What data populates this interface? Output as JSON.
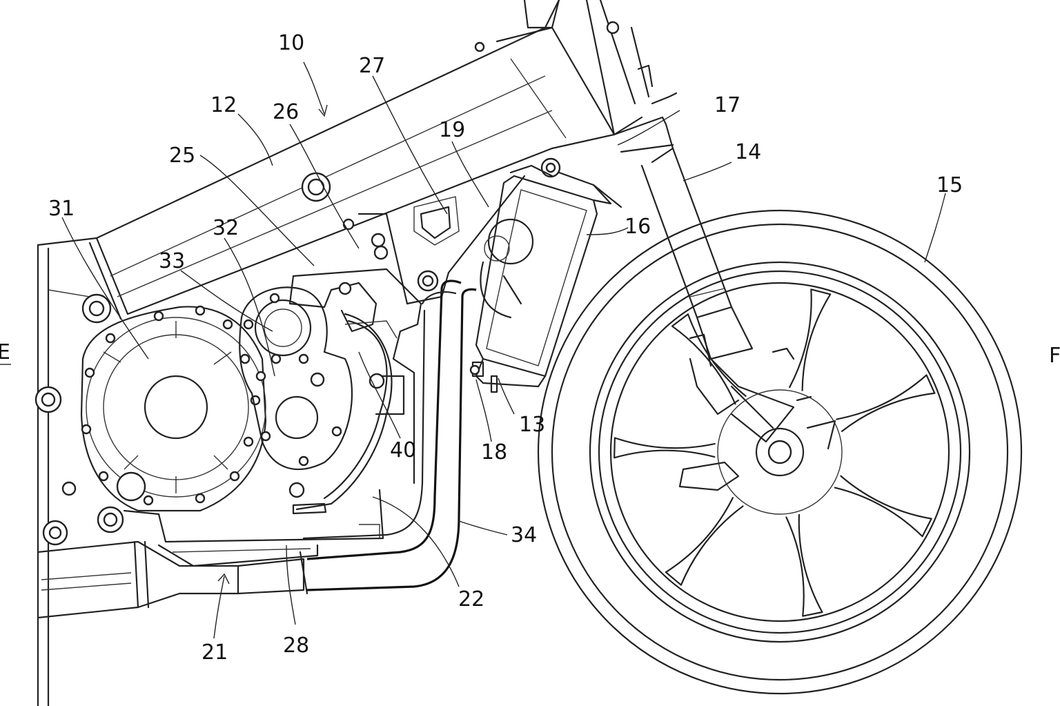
{
  "reference_numerals": {
    "n10": "10",
    "n12": "12",
    "n13": "13",
    "n14": "14",
    "n15": "15",
    "n16": "16",
    "n17": "17",
    "n18": "18",
    "n19": "19",
    "n21": "21",
    "n22": "22",
    "n25": "25",
    "n26": "26",
    "n27": "27",
    "n28": "28",
    "n31": "31",
    "n32": "32",
    "n33": "33",
    "n34": "34",
    "n40": "40"
  },
  "edge_marks": {
    "left": "E",
    "right": "F"
  },
  "colors": {
    "line": "#222222",
    "background": "#ffffff"
  }
}
